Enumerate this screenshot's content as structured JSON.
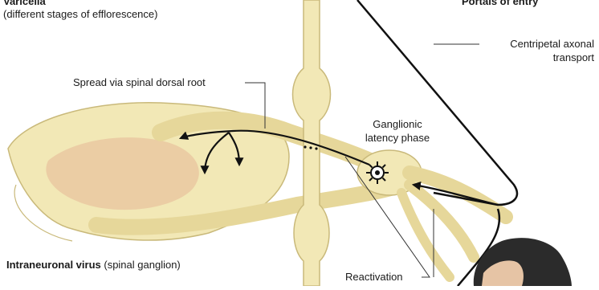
{
  "labels": {
    "varicella_title": "Varicella",
    "varicella_sub": "(different stages of efflorescence)",
    "portals": "Portals of entry",
    "centripetal_1": "Centripetal axonal",
    "centripetal_2": "transport",
    "spread": "Spread via spinal dorsal root",
    "ganglionic_1": "Ganglionic",
    "ganglionic_2": "latency phase",
    "intraneuronal_bold": "Intraneuronal virus",
    "intraneuronal_rest": " (spinal ganglion)",
    "reactivation": "Reactivation"
  },
  "colors": {
    "nerve_fill": "#f2e8b6",
    "nerve_stroke": "#c9b97a",
    "grey_matter": "#e8c6a0",
    "arrow": "#111111",
    "leader": "#333333"
  }
}
